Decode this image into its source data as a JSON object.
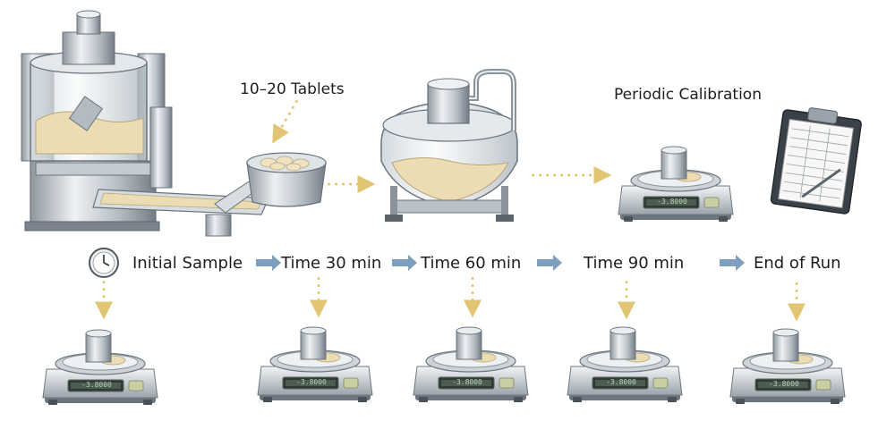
{
  "annotations": {
    "tablets": "10–20 Tablets",
    "calibration": "Periodic Calibration"
  },
  "steps": [
    {
      "label": "Initial Sample"
    },
    {
      "label": "Time 30 min"
    },
    {
      "label": "Time 60 min"
    },
    {
      "label": "Time 90 min"
    },
    {
      "label": "End of Run"
    }
  ],
  "balance_display": "-3.8000",
  "colors": {
    "arrow_blue": "#7f9fbe",
    "dotted_gold": "#e2c572",
    "steel_light": "#e6eaee",
    "steel_mid": "#a9b2ba",
    "steel_dark": "#5d6670",
    "tablet": "#ebdcb4",
    "display": "#2e3a34"
  },
  "icons": [
    "clock-icon",
    "clipboard-icon",
    "tablet-press-icon",
    "sample-bowl-icon",
    "dissolution-vessel-icon",
    "balance-icon"
  ]
}
